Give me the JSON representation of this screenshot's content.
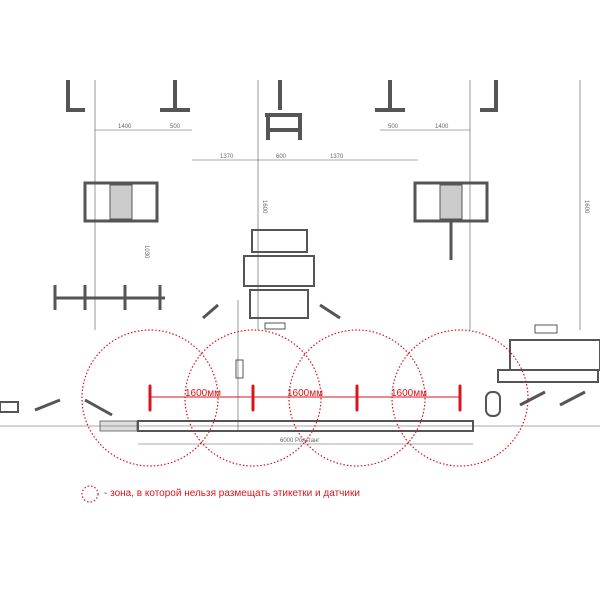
{
  "colors": {
    "accent": "#d8141c",
    "drawing": "#555555"
  },
  "dimensions": {
    "top": [
      "1400",
      "500",
      "1370",
      "600",
      "1370",
      "500",
      "1400"
    ],
    "vertical": [
      "1600",
      "1030",
      "1600"
    ],
    "conveyor": "6000 Рольганг"
  },
  "spacing_labels": [
    "1600мм",
    "1600мм",
    "1600мм"
  ],
  "legend": {
    "text": "- зона, в которой нельзя размещать этикетки и датчики"
  }
}
